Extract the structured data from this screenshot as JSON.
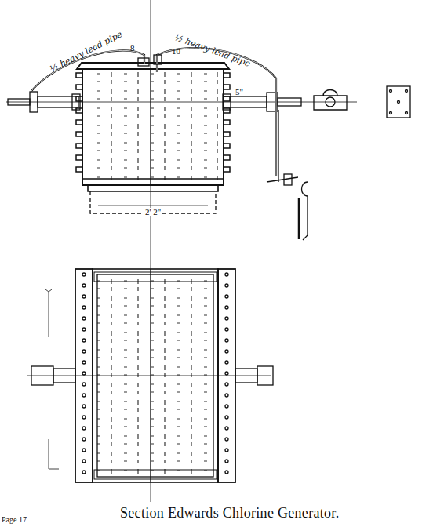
{
  "diagram": {
    "caption": "Section Edwards Chlorine Generator.",
    "labels": [
      "½ heavy lead pipe",
      "½ heavy lead pipe",
      "8",
      "10",
      "5\"",
      "2' 2\"",
      "Page 17"
    ]
  }
}
